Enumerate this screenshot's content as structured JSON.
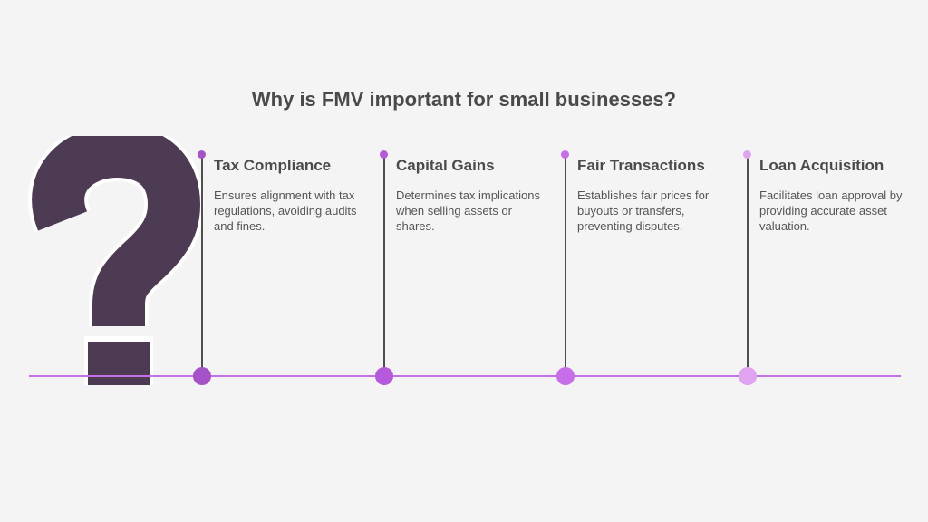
{
  "title": "Why is FMV important for small businesses?",
  "colors": {
    "background": "#f4f4f4",
    "question_mark": "#4d3a53",
    "timeline": "#c272e4",
    "stem": "#4f4f4f"
  },
  "steps": [
    {
      "title": "Tax Compliance",
      "description": "Ensures alignment with tax regulations, avoiding audits and fines.",
      "color": "#a552c9"
    },
    {
      "title": "Capital Gains",
      "description": "Determines tax implications when selling assets or shares.",
      "color": "#b559dd"
    },
    {
      "title": "Fair Transactions",
      "description": "Establishes fair prices for buyouts or transfers, preventing disputes.",
      "color": "#c76ee9"
    },
    {
      "title": "Loan Acquisition",
      "description": "Facilitates loan approval by providing accurate asset valuation.",
      "color": "#dfa3f0"
    }
  ]
}
